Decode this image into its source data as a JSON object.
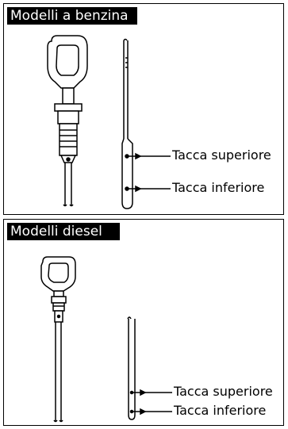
{
  "sections": [
    {
      "title": "Modelli a benzina",
      "labels": {
        "upper": "Tacca superiore",
        "lower": "Tacca inferiore"
      }
    },
    {
      "title": "Modelli diesel",
      "labels": {
        "upper": "Tacca superiore",
        "lower": "Tacca inferiore"
      }
    }
  ],
  "icons": {
    "petrol_dipstick": "dipstick-icon",
    "diesel_dipstick": "dipstick-icon"
  }
}
